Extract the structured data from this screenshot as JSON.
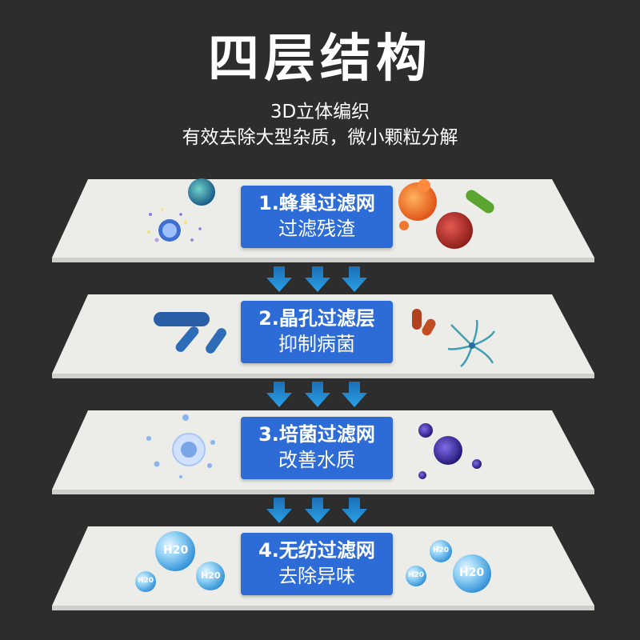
{
  "header": {
    "title": "四层结构",
    "subtitle_line1": "3D立体编织",
    "subtitle_line2": "有效去除大型杂质，微小颗粒分解"
  },
  "layers": [
    {
      "title": "1.蜂巢过滤网",
      "subtitle": "过滤残渣"
    },
    {
      "title": "2.晶孔过滤层",
      "subtitle": "抑制病菌"
    },
    {
      "title": "3.培菌过滤网",
      "subtitle": "改善水质"
    },
    {
      "title": "4.无纺过滤网",
      "subtitle": "去除异味"
    }
  ],
  "bubbles": {
    "label": "H20"
  },
  "colors": {
    "background": "#2e2d2d",
    "panel": "#ecece8",
    "label_bg": "#2d6cd6",
    "arrow": "#1f7fc7"
  }
}
